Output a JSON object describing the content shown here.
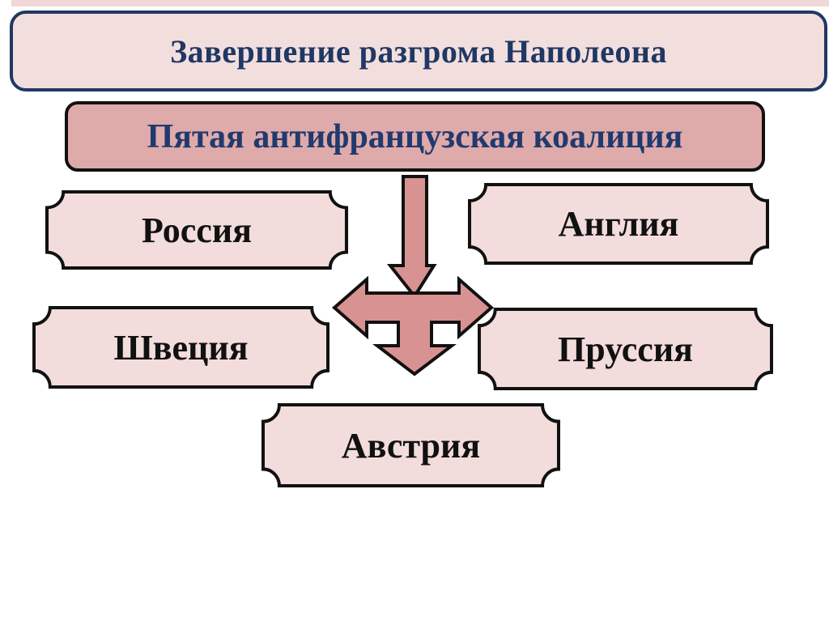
{
  "slide": {
    "title": "Завершение разгрома Наполеона",
    "coalition": "Пятая антифранцузская коалиция",
    "countries": {
      "russia": "Россия",
      "england": "Англия",
      "sweden": "Швеция",
      "prussia": "Пруссия",
      "austria": "Австрия"
    },
    "icons": {
      "down_arrow": "down-arrow",
      "three_way_arrow": "left-right-down-arrow"
    },
    "colors": {
      "title_border": "#1f3864",
      "title_text": "#1f3864",
      "title_fill": "#f3dede",
      "coalition_fill": "#dfaaaa",
      "coalition_border": "#111111",
      "coalition_text": "#213a6e",
      "country_box_fill": "#f2dcdc",
      "country_box_border": "#111111",
      "country_text": "#111111",
      "arrow_fill": "#d99292",
      "arrow_outline": "#111111",
      "top_strip": "#f0d8d8",
      "background": "#ffffff"
    }
  }
}
